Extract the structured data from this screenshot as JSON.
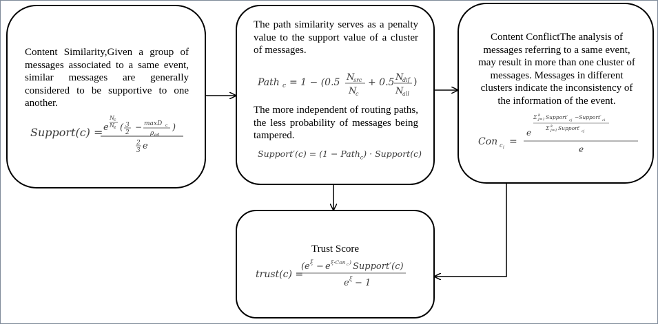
{
  "boxes": {
    "content_similarity": {
      "text": "Content Similarity,Given a group of messages associated to a same event, similar messages are generally considered to be supportive to one another."
    },
    "path_similarity": {
      "text1": "The path similarity serves as a penalty value to the support value of a cluster of messages.",
      "text2": "The more independent of routing paths, the less probability of messages being tampered."
    },
    "content_conflict": {
      "text": "Content ConflictThe analysis of messages referring to a same event, may result in more than one cluster of messages. Messages in different clusters indicate the inconsistency of the information of the event."
    },
    "trust_score": {
      "title": "Trust Score"
    }
  },
  "formulas": {
    "support_lhs": "Support(c) =",
    "path_lhs": "Path",
    "path_lhs_sub": "c",
    "path_rhs_prefix": "= 1 − (0.5",
    "path_rhs_mid": "+ 0.5",
    "path_rhs_suffix": ")",
    "n_src": "N",
    "n_src_sub": "src",
    "n_c": "N",
    "n_c_sub": "c",
    "n_dif": "N",
    "n_dif_sub": "dif",
    "n_all": "N",
    "n_all_sub": "all",
    "support_prime": "Support′(c) = (1 − Path",
    "support_prime_sub": "c",
    "support_prime_tail": ") · Support(c)",
    "con_lhs": "Con",
    "con_lhs_sub": "c",
    "con_lhs_subsub": "i",
    "trust_lhs": "trust(c) =",
    "trust_num": "(e",
    "trust_num_tail": ")Support′(c)",
    "trust_den": "e",
    "trust_den_tail": " − 1"
  },
  "colors": {
    "stroke": "#000000",
    "formula": "#3a3a3a",
    "frame": "#7f8a99"
  }
}
